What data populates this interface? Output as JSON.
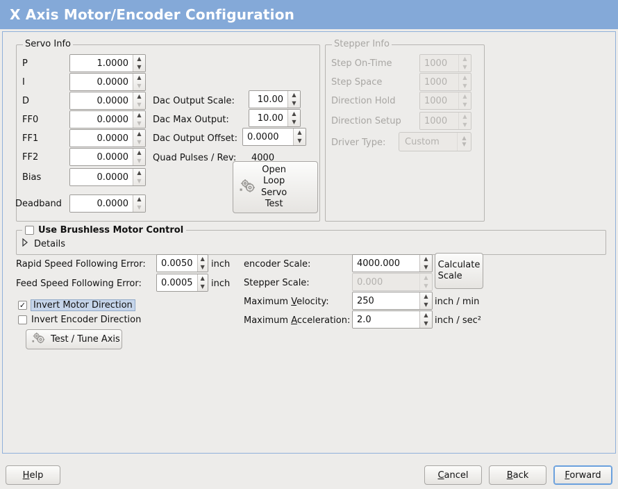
{
  "window": {
    "title": "X Axis Motor/Encoder Configuration",
    "title_bg": "#84a9d8",
    "panel_bg": "#edecea",
    "panel_border": "#8fb0da",
    "focus_color": "#6aa0dd",
    "highlight_bg": "#c6d5ea"
  },
  "servo_info": {
    "frame_title": "Servo Info",
    "fields": [
      {
        "label": "P",
        "value": "1.0000",
        "down_enabled": true
      },
      {
        "label": "I",
        "value": "0.0000",
        "down_enabled": false
      },
      {
        "label": "D",
        "value": "0.0000",
        "down_enabled": false
      },
      {
        "label": "FF0",
        "value": "0.0000",
        "down_enabled": false
      },
      {
        "label": "FF1",
        "value": "0.0000",
        "down_enabled": false
      },
      {
        "label": "FF2",
        "value": "0.0000",
        "down_enabled": false
      },
      {
        "label": "Bias",
        "value": "0.0000",
        "down_enabled": false
      },
      {
        "label": "Deadband",
        "value": "0.0000",
        "down_enabled": false
      }
    ],
    "dac_output_scale_label": "Dac Output Scale:",
    "dac_output_scale_value": "10.00",
    "dac_max_output_label": "Dac Max Output:",
    "dac_max_output_value": "10.00",
    "dac_output_offset_label": "Dac Output Offset:",
    "dac_output_offset_value": "0.0000",
    "quad_pulses_label": "Quad Pulses / Rev:",
    "quad_pulses_value": "4000",
    "open_loop_button": "Open\nLoop\nServo\nTest",
    "open_loop_lines": [
      "Open",
      "Loop",
      "Servo",
      "Test"
    ]
  },
  "stepper_info": {
    "frame_title": "Stepper Info",
    "disabled": true,
    "fields": [
      {
        "label": "Step On-Time",
        "value": "1000"
      },
      {
        "label": "Step Space",
        "value": "1000"
      },
      {
        "label": "Direction Hold",
        "value": "1000"
      },
      {
        "label": "Direction Setup",
        "value": "1000"
      }
    ],
    "driver_type_label": "Driver Type:",
    "driver_type_value": "Custom"
  },
  "brushless": {
    "checkbox_label": "Use Brushless Motor Control",
    "checked": false,
    "details_label": "Details",
    "details_expanded": false
  },
  "tuning": {
    "rapid_error_label": "Rapid Speed Following Error:",
    "rapid_error_value": "0.0050",
    "rapid_error_unit": "inch",
    "feed_error_label": "Feed Speed Following Error:",
    "feed_error_value": "0.0005",
    "feed_error_unit": "inch",
    "invert_motor_label": "Invert Motor Direction",
    "invert_motor_checked": true,
    "invert_encoder_label": "Invert Encoder Direction",
    "invert_encoder_checked": false,
    "test_tune_label": "Test / Tune Axis"
  },
  "scales": {
    "encoder_scale_label": "encoder Scale:",
    "encoder_scale_value": "4000.000",
    "stepper_scale_label": "Stepper Scale:",
    "stepper_scale_value": "0.000",
    "stepper_scale_disabled": true,
    "calculate_lines": [
      "Calculate",
      "Scale"
    ],
    "max_velocity_label_pre": "Maximum ",
    "max_velocity_label_key": "V",
    "max_velocity_label_post": "elocity:",
    "max_velocity_value": "250",
    "max_velocity_unit": "inch / min",
    "max_accel_label_pre": "Maximum ",
    "max_accel_label_key": "A",
    "max_accel_label_post": "cceleration:",
    "max_accel_value": "2.0",
    "max_accel_unit": "inch / sec²"
  },
  "actions": {
    "help_pre": "",
    "help_key": "H",
    "help_post": "elp",
    "cancel_pre": "",
    "cancel_key": "C",
    "cancel_post": "ancel",
    "back_pre": "",
    "back_key": "B",
    "back_post": "ack",
    "forward_pre": "",
    "forward_key": "F",
    "forward_post": "orward",
    "forward_focused": true
  },
  "icons": {
    "gears": "gears-icon",
    "expander": "triangle-right-icon",
    "spin_up": "chevron-up-icon",
    "spin_down": "chevron-down-icon",
    "check": "check-icon"
  }
}
